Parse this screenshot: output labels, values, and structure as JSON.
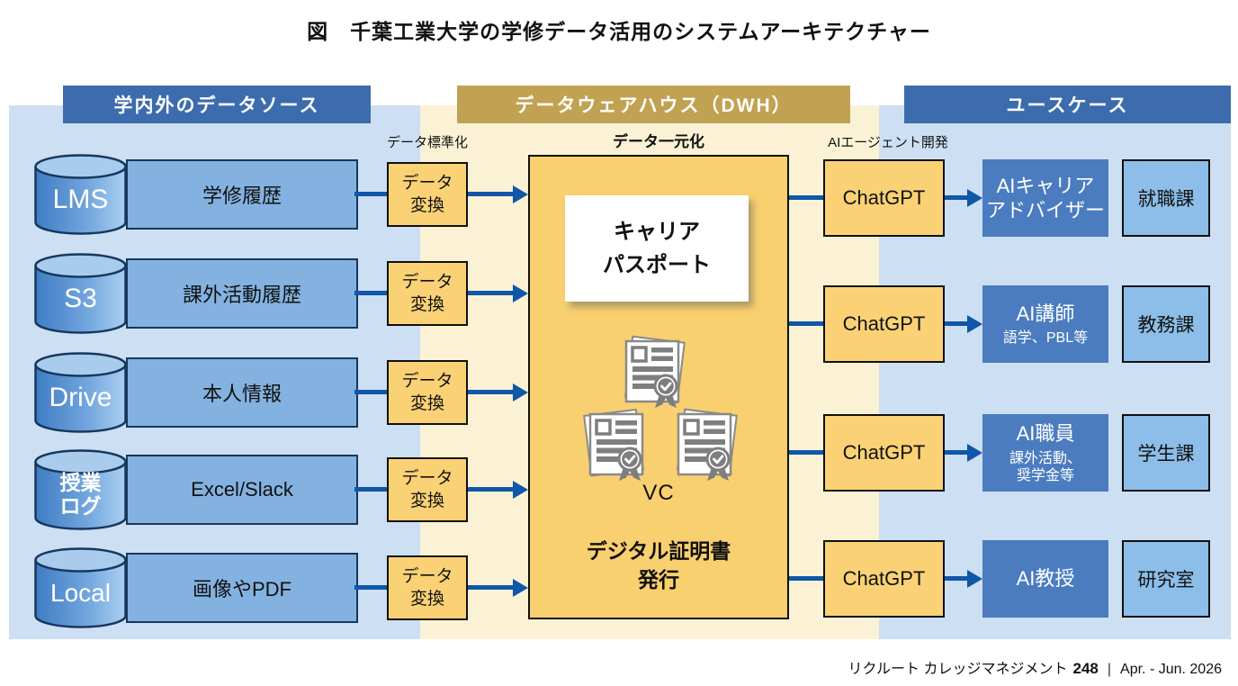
{
  "title": "図　千葉工業大学の学修データ活用のシステムアーキテクチャー",
  "columns": {
    "sources_header": "学内外のデータソース",
    "dwh_header": "データウェアハウス（DWH）",
    "usecases_header": "ユースケース"
  },
  "process_labels": {
    "standardization": "データ標準化",
    "unification": "データ一元化",
    "agent_dev": "AIエージェント開発"
  },
  "sources": [
    {
      "db": "LMS",
      "label": "学修履歴",
      "transform": "データ\n変換"
    },
    {
      "db": "S3",
      "label": "課外活動履歴",
      "transform": "データ\n変換"
    },
    {
      "db": "Drive",
      "label": "本人情報",
      "transform": "データ\n変換"
    },
    {
      "db": "授業\nログ",
      "label": "Excel/Slack",
      "transform": "データ\n変換"
    },
    {
      "db": "Local",
      "label": "画像やPDF",
      "transform": "データ\n変換"
    }
  ],
  "dwh": {
    "passport_card": "キャリア\nパスポート",
    "vc_label": "VC",
    "issuance_label": "デジタル証明書\n発行",
    "certificate_icon": "certificate-with-seal-icon"
  },
  "usecases": [
    {
      "engine": "ChatGPT",
      "agent": "AIキャリア\nアドバイザー",
      "agent_sub": "",
      "dept": "就職課"
    },
    {
      "engine": "ChatGPT",
      "agent": "AI講師",
      "agent_sub": "語学、PBL等",
      "dept": "教務課"
    },
    {
      "engine": "ChatGPT",
      "agent": "AI職員",
      "agent_sub": "課外活動、\n奨学金等",
      "dept": "学生課"
    },
    {
      "engine": "ChatGPT",
      "agent": "AI教授",
      "agent_sub": "",
      "dept": "研究室"
    }
  ],
  "footer": {
    "publication": "リクルート カレッジマネジメント",
    "issue": "248",
    "divider": "|",
    "date": "Apr. - Jun. 2026"
  },
  "colors": {
    "header_blue": "#3C6CAD",
    "header_gold": "#C1A253",
    "panel_blue": "#CDDFF2",
    "panel_cream": "#FBF2D5",
    "box_gold": "#FAD175",
    "dwh_gold": "#F9D06F",
    "source_blue": "#83B2E0",
    "dept_blue": "#8CBEE9",
    "agent_blue": "#4C7CC0",
    "arrow_blue": "#0F57A8"
  }
}
